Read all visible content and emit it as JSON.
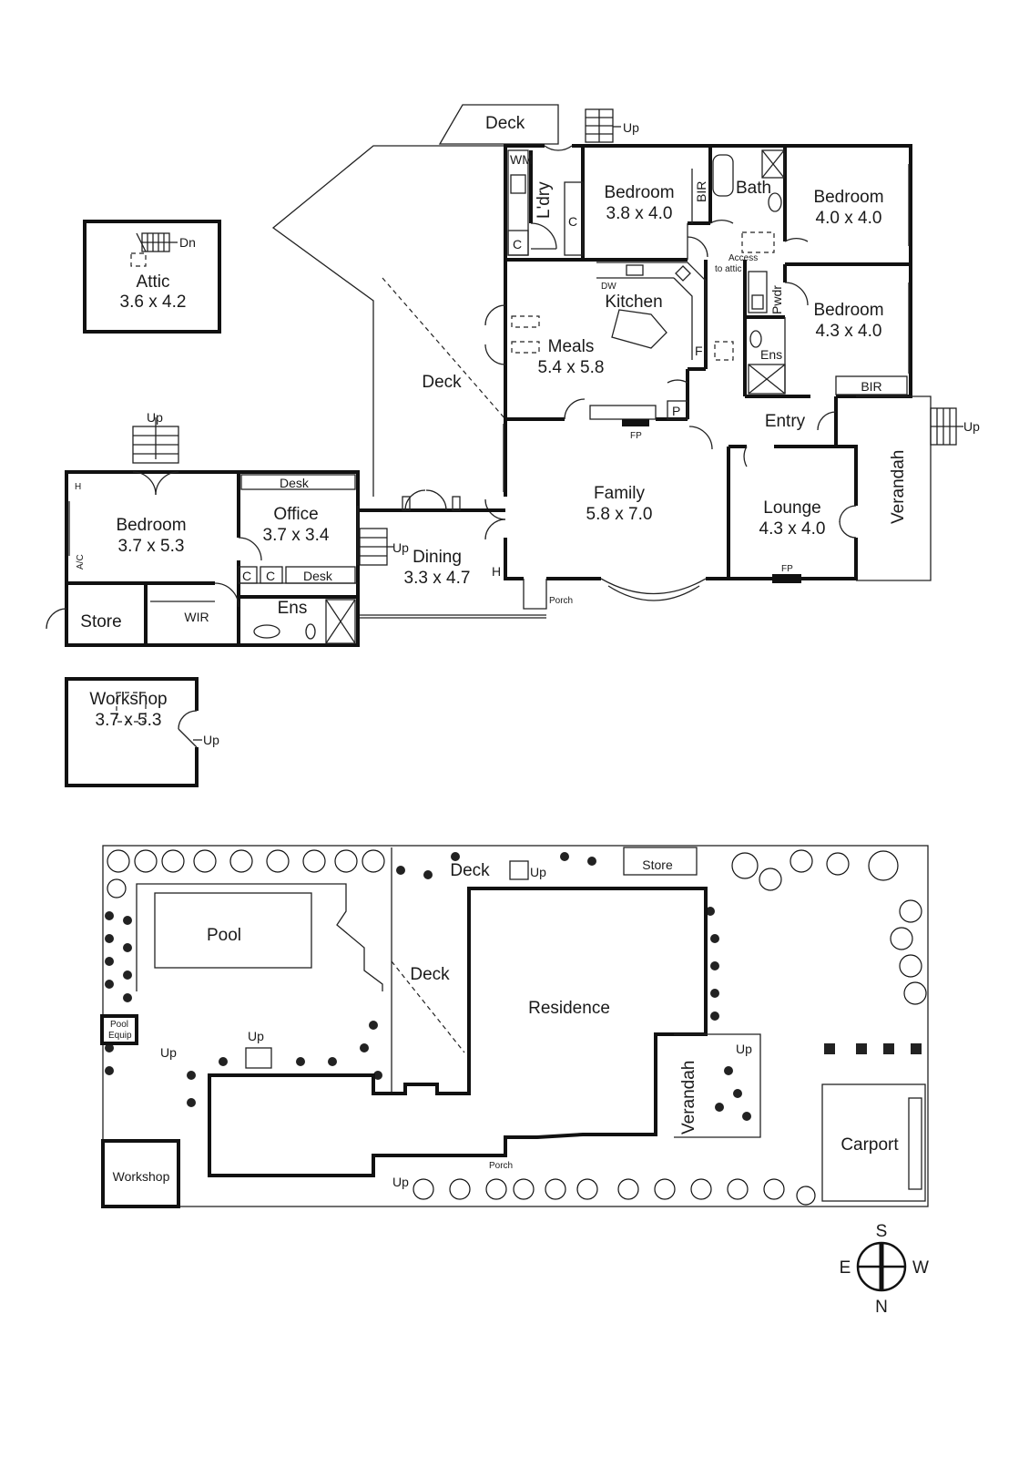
{
  "floorplan": {
    "attic": {
      "name": "Attic",
      "dims": "3.6 x 4.2",
      "stair": "Dn"
    },
    "upper_deck": {
      "name": "Deck",
      "stair": "Up"
    },
    "wm": "WM",
    "laundry": "L'dry",
    "cupboard": "C",
    "bedroom_1": {
      "name": "Bedroom",
      "dims": "3.8 x 4.0"
    },
    "bir": "BIR",
    "bath": "Bath",
    "bedroom_2": {
      "name": "Bedroom",
      "dims": "4.0 x 4.0"
    },
    "bedroom_3": {
      "name": "Bedroom",
      "dims": "4.3 x 4.0"
    },
    "access_attic": [
      "Access",
      "to attic"
    ],
    "pwdr": "Pwdr",
    "ens": "Ens",
    "kitchen": {
      "name": "Kitchen",
      "dw": "DW",
      "fridge": "F"
    },
    "meals": {
      "name": "Meals",
      "dims": "5.4 x 5.8"
    },
    "deck": "Deck",
    "pantry": "P",
    "fp": "FP",
    "entry": "Entry",
    "verandah": "Verandah",
    "verandah_stair": "Up",
    "family": {
      "name": "Family",
      "dims": "5.8 x 7.0"
    },
    "lounge": {
      "name": "Lounge",
      "dims": "4.3 x 4.0"
    },
    "porch": "Porch",
    "dining": {
      "name": "Dining",
      "dims": "3.3 x 4.7",
      "stair": "Up"
    },
    "heater": "H",
    "studio_bedroom": {
      "name": "Bedroom",
      "dims": "3.7 x 5.3",
      "stair": "Up",
      "ac": "A/C"
    },
    "office": {
      "name": "Office",
      "dims": "3.7 x 3.4"
    },
    "desk": "Desk",
    "ensuite": "Ens",
    "store": "Store",
    "wir": "WIR",
    "workshop": {
      "name": "Workshop",
      "dims": "3.7 x 5.3",
      "stair": "Up"
    }
  },
  "siteplan": {
    "deck_top": "Deck",
    "up": "Up",
    "store": "Store",
    "pool": "Pool",
    "deck": "Deck",
    "residence": "Residence",
    "pool_equip": [
      "Pool",
      "Equip"
    ],
    "verandah": "Verandah",
    "porch": "Porch",
    "carport": "Carport",
    "workshop": "Workshop"
  },
  "compass": {
    "top": "S",
    "left": "E",
    "right": "W",
    "bottom": "N"
  }
}
